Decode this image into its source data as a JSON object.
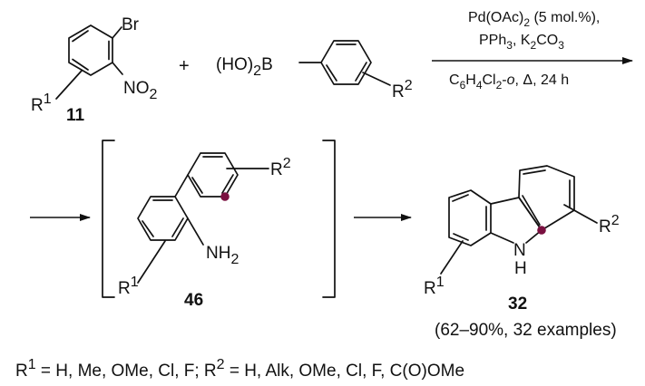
{
  "reactant_aryl_bromide": {
    "br": "Br",
    "no2_main": "NO",
    "no2_sub": "2",
    "r_main": "R",
    "r_sup": "1",
    "compound_number": "11"
  },
  "plus_sign": "+",
  "boronic_acid": {
    "prefix": "(HO)",
    "prefix_sub": "2",
    "boron": "B",
    "r_main": "R",
    "r_sup": "2"
  },
  "conditions": {
    "line1_a": "Pd(OAc)",
    "line1_sub": "2",
    "line1_b": " (5 mol.%),",
    "line2_a": "PPh",
    "line2_sub1": "3",
    "line2_b": ", K",
    "line2_sub2": "2",
    "line2_c": "CO",
    "line2_sub3": "3",
    "line3_a": "C",
    "line3_sub1": "6",
    "line3_b": "H",
    "line3_sub2": "4",
    "line3_c": "Cl",
    "line3_sub3": "2",
    "line3_d": "-",
    "line3_italic": "o",
    "line3_e": ", Δ, 24 h"
  },
  "intermediate": {
    "nh_main": "NH",
    "nh_sub": "2",
    "r1_main": "R",
    "r1_sup": "1",
    "r2_main": "R",
    "r2_sup": "2",
    "compound_number": "46",
    "marker_color": "#7a1040"
  },
  "product": {
    "n_label": "N",
    "h_label": "H",
    "r1_main": "R",
    "r1_sup": "1",
    "r2_main": "R",
    "r2_sup": "2",
    "compound_number": "32",
    "yield_text": "(62–90%, 32 examples)",
    "marker_color": "#7a1040"
  },
  "footnote": {
    "r1": "R",
    "r1_sup": "1",
    "r1_values": " = H, Me, OMe, Cl, F; ",
    "r2": "R",
    "r2_sup": "2",
    "r2_values": " = H, Alk, OMe, Cl, F, C(O)OMe"
  }
}
